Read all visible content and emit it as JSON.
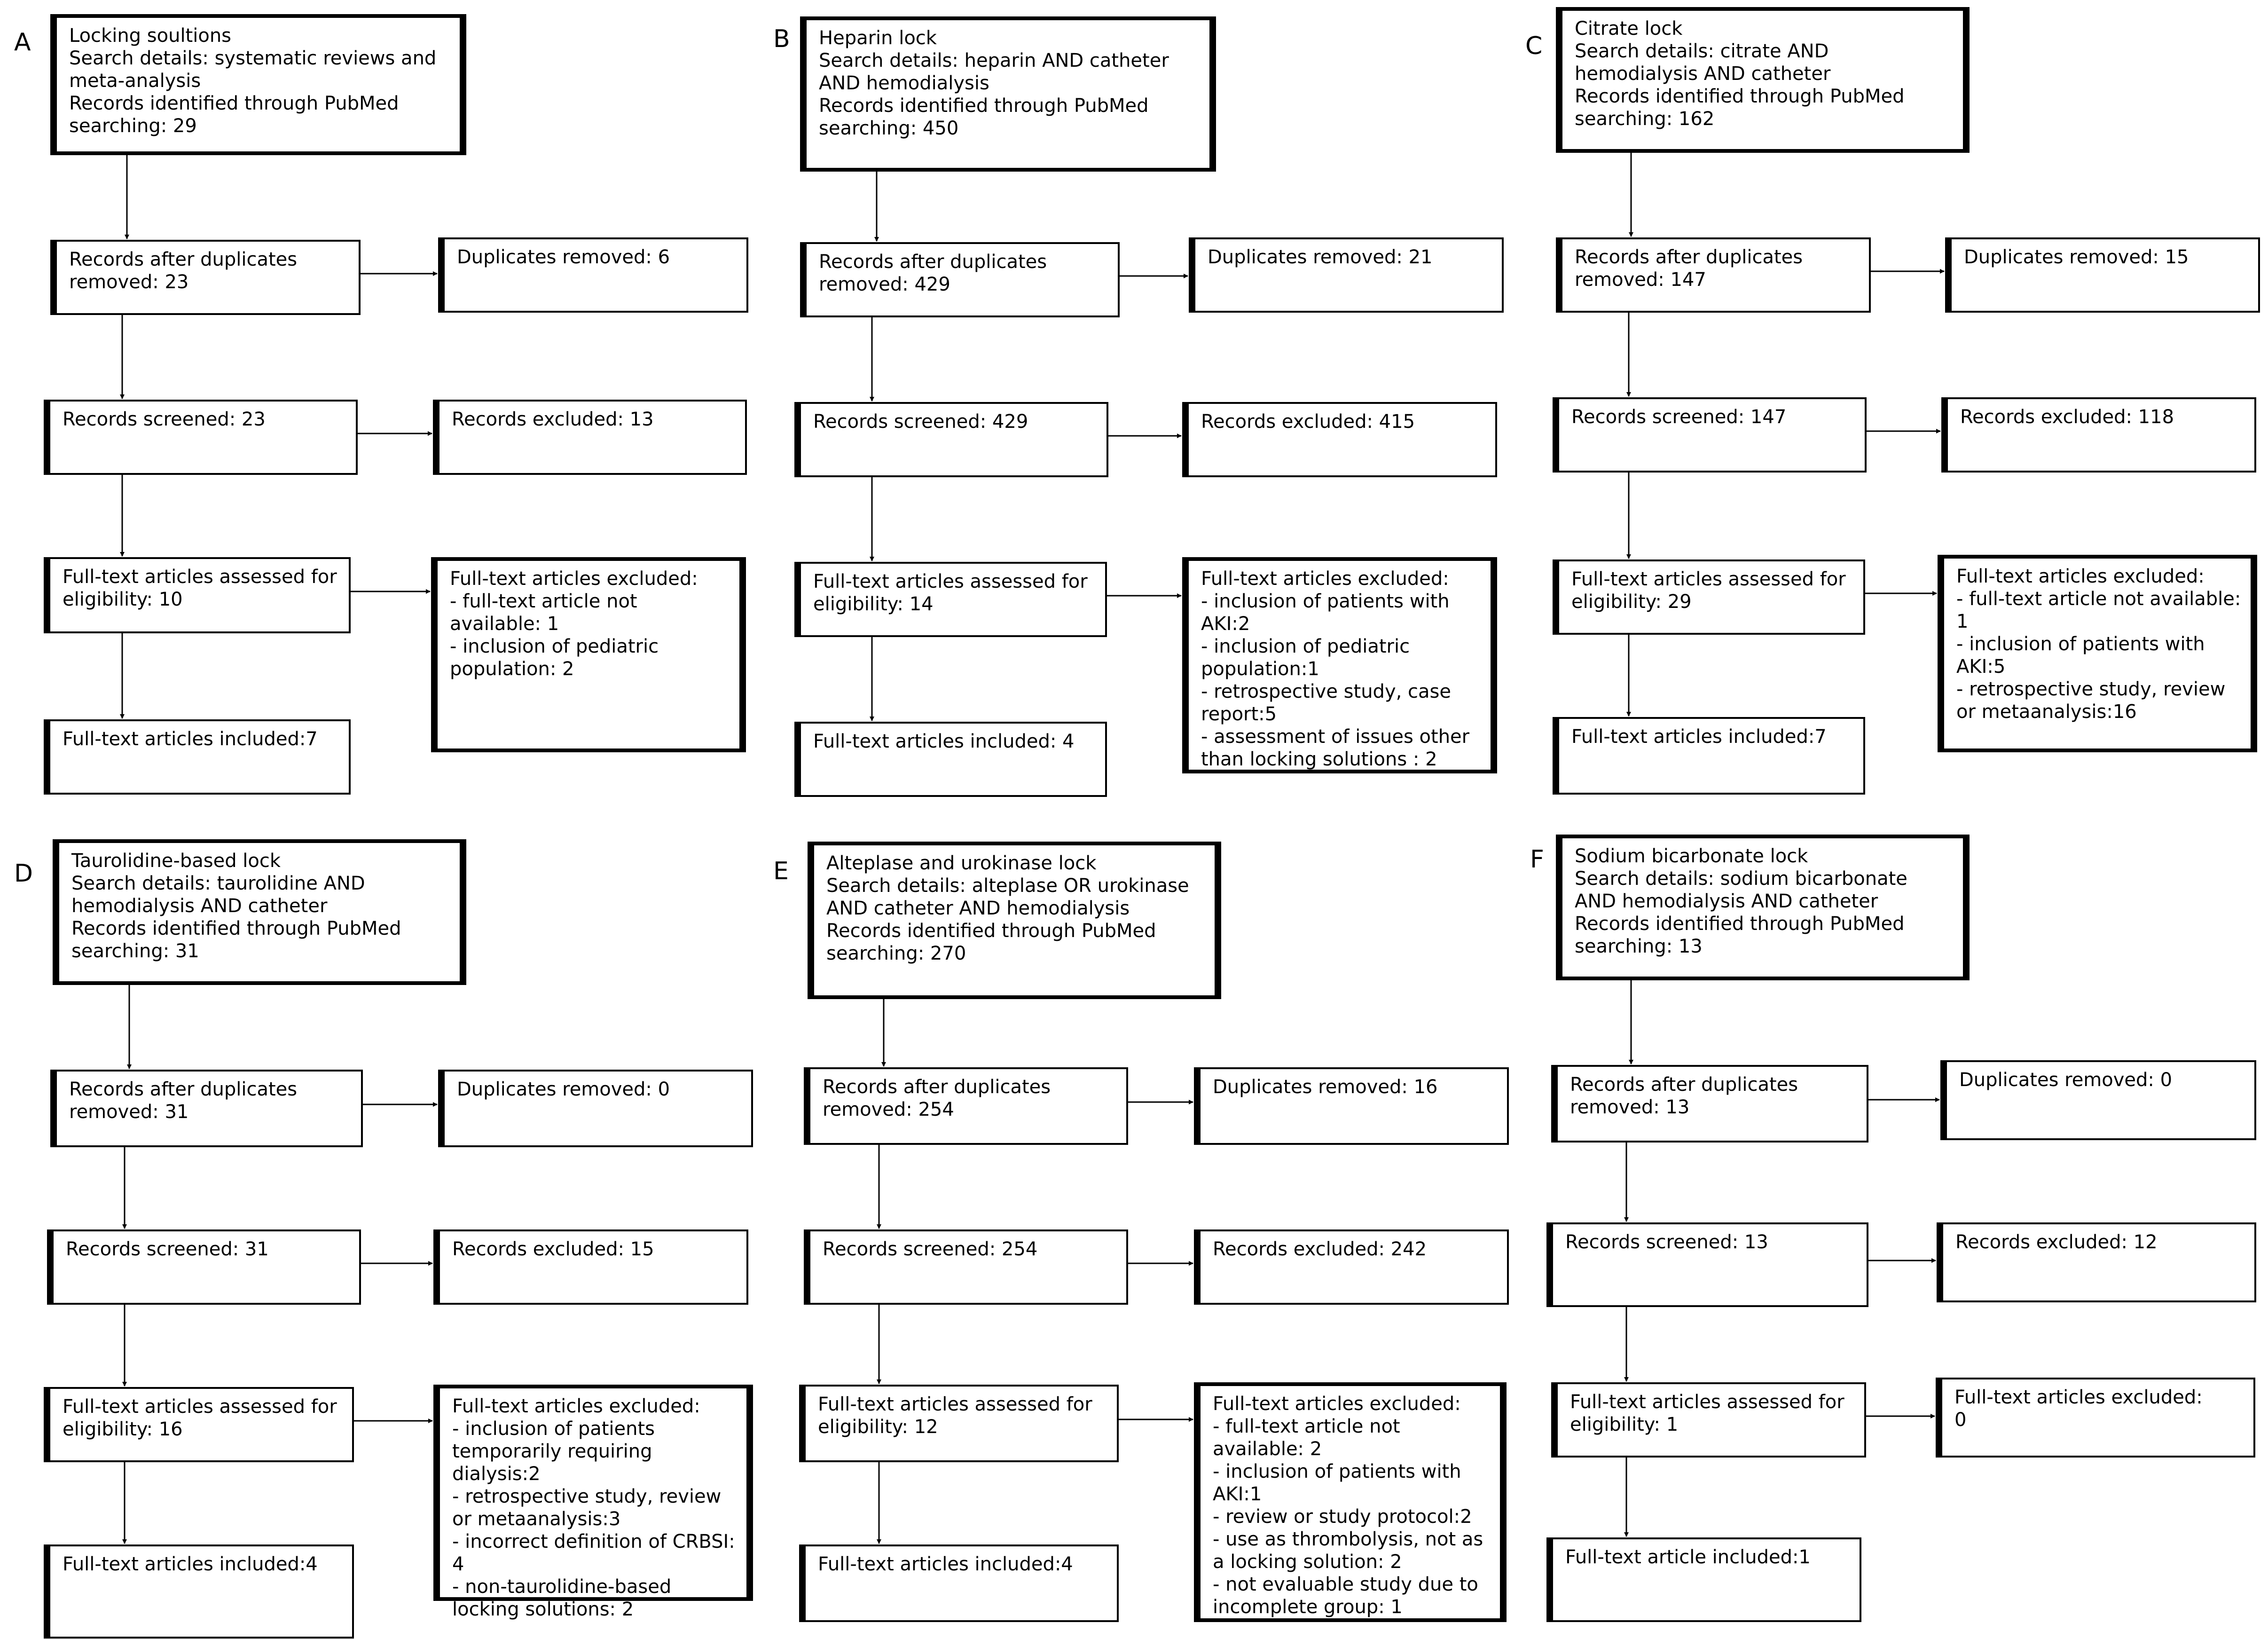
{
  "panels": [
    {
      "label": "A",
      "identification": "Locking soultions\nSearch details: systematic reviews and meta-analysis\nRecords identified through PubMed searching: 29",
      "after_duplicates": "Records after duplicates removed: 23",
      "duplicates_removed": "Duplicates removed: 6",
      "screened": "Records screened: 23",
      "excluded": "Records excluded: 13",
      "assessed": "Full-text articles assessed for eligibility: 10",
      "fulltext_excluded": "Full-text articles excluded:\n- full-text article not available: 1\n- inclusion of pediatric population: 2",
      "included": "Full-text articles included:7"
    },
    {
      "label": "B",
      "identification": "Heparin lock\nSearch details: heparin AND catheter AND hemodialysis\nRecords identified through PubMed searching: 450",
      "after_duplicates": "Records after duplicates removed: 429",
      "duplicates_removed": "Duplicates removed: 21",
      "screened": "Records screened: 429",
      "excluded": "Records excluded: 415",
      "assessed": "Full-text articles assessed for eligibility: 14",
      "fulltext_excluded": "Full-text articles excluded:\n- inclusion of patients with AKI:2\n- inclusion of pediatric population:1\n- retrospective study, case report:5\n- assessment of issues other than locking solutions : 2",
      "included": "Full-text articles included: 4"
    },
    {
      "label": "C",
      "identification": "Citrate lock\nSearch details: citrate AND hemodialysis AND catheter\nRecords identified through PubMed searching: 162",
      "after_duplicates": "Records after duplicates removed: 147",
      "duplicates_removed": "Duplicates removed: 15",
      "screened": "Records screened: 147",
      "excluded": "Records excluded: 118",
      "assessed": "Full-text articles assessed for eligibility: 29",
      "fulltext_excluded": "Full-text articles excluded:\n- full-text article not available: 1\n- inclusion of patients with AKI:5\n- retrospective study, review or metaanalysis:16",
      "included": "Full-text articles included:7"
    },
    {
      "label": "D",
      "identification": "Taurolidine-based lock\nSearch details: taurolidine AND hemodialysis AND catheter\nRecords identified through PubMed searching: 31",
      "after_duplicates": "Records after duplicates removed: 31",
      "duplicates_removed": "Duplicates removed: 0",
      "screened": "Records screened: 31",
      "excluded": "Records excluded: 15",
      "assessed": "Full-text articles assessed for eligibility: 16",
      "fulltext_excluded": "Full-text articles excluded:\n- inclusion of patients temporarily requiring dialysis:2\n- retrospective study, review or metaanalysis:3\n- incorrect definition of CRBSI: 4\n- non-taurolidine-based locking solutions: 2",
      "included": "Full-text articles included:4"
    },
    {
      "label": "E",
      "identification": "Alteplase and urokinase lock\nSearch details: alteplase OR urokinase AND catheter AND hemodialysis\nRecords identified through PubMed searching: 270",
      "after_duplicates": "Records after duplicates removed: 254",
      "duplicates_removed": "Duplicates removed: 16",
      "screened": "Records screened: 254",
      "excluded": "Records excluded: 242",
      "assessed": "Full-text articles assessed for eligibility: 12",
      "fulltext_excluded": "Full-text articles excluded:\n- full-text article not available: 2\n- inclusion of patients with AKI:1\n- review or study protocol:2\n- use as thrombolysis, not as a locking solution: 2\n- not evaluable study due to incomplete group: 1",
      "included": "Full-text articles included:4"
    },
    {
      "label": "F",
      "identification": "Sodium bicarbonate lock\nSearch details: sodium bicarbonate AND hemodialysis AND catheter\nRecords identified through PubMed searching: 13",
      "after_duplicates": "Records after duplicates removed: 13",
      "duplicates_removed": "Duplicates removed: 0",
      "screened": "Records screened: 13",
      "excluded": "Records excluded: 12",
      "assessed": "Full-text articles assessed for eligibility: 1",
      "fulltext_excluded": "Full-text articles excluded:\n0",
      "included": "Full-text article included:1"
    }
  ]
}
